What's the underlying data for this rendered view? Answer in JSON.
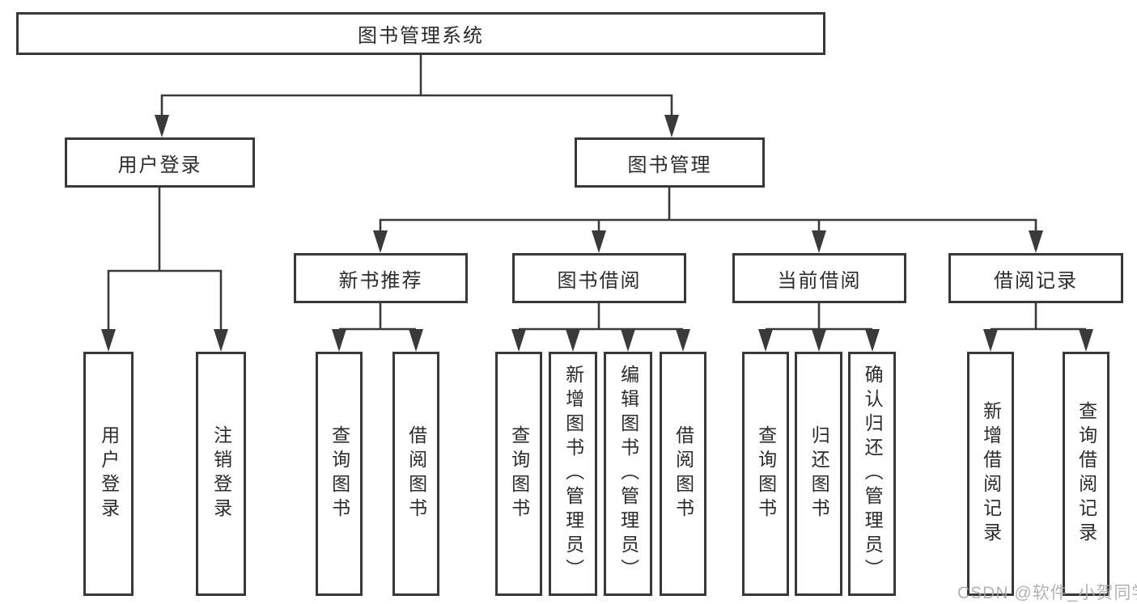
{
  "tree": {
    "label": "图书管理系统",
    "children": [
      {
        "label": "用户登录",
        "children": [
          {
            "label": "用户登录"
          },
          {
            "label": "注销登录"
          }
        ]
      },
      {
        "label": "图书管理",
        "children": [
          {
            "label": "新书推荐",
            "children": [
              {
                "label": "查询图书"
              },
              {
                "label": "借阅图书"
              }
            ]
          },
          {
            "label": "图书借阅",
            "children": [
              {
                "label": "查询图书"
              },
              {
                "label": "新增图书（管理员）"
              },
              {
                "label": "编辑图书（管理员）"
              },
              {
                "label": "借阅图书"
              }
            ]
          },
          {
            "label": "当前借阅",
            "children": [
              {
                "label": "查询图书"
              },
              {
                "label": "归还图书"
              },
              {
                "label": "确认归还（管理员）"
              }
            ]
          },
          {
            "label": "借阅记录",
            "children": [
              {
                "label": "新增借阅记录"
              },
              {
                "label": "查询借阅记录"
              }
            ]
          }
        ]
      }
    ]
  },
  "watermark": "CSDN @软件_小贺同学",
  "colors": {
    "line": "#3a3a3a",
    "border": "#383838",
    "text": "#2b2b2b",
    "watermark": "#a8a8a8",
    "background": "#ffffff"
  }
}
